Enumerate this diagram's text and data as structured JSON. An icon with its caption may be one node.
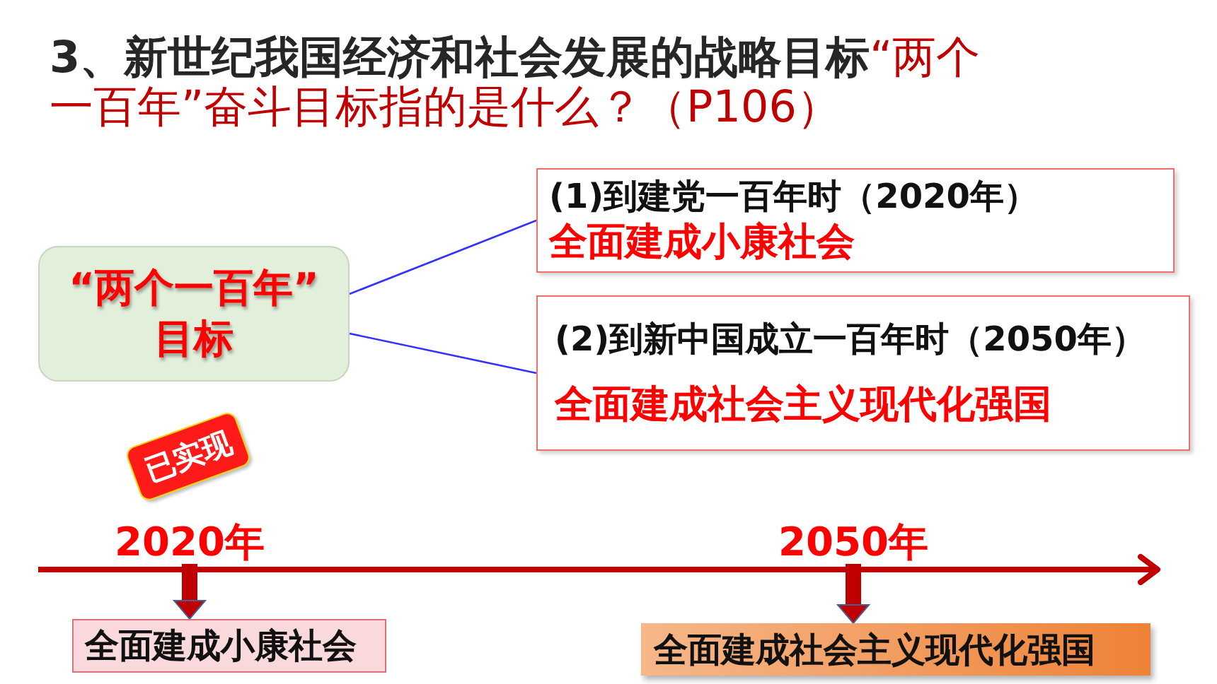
{
  "diagram": {
    "title": "**3、新世纪我国经济和社会发展的战略目标**“两个一百年”奋斗目标指的是什么？（P106）",
    "nodes": [
      {
        "text": [
          "“两个一百年”目标"
        ]
      },
      {
        "text": [
          "(1)到建党一百年时（2020年）",
          "全面建成小康社会"
        ]
      },
      {
        "text": [
          "(2)到新中国成立一百年时（2050年）",
          "全面建成社会主义现代化强国"
        ]
      },
      {
        "text": [
          "已实现"
        ]
      },
      {
        "text": [
          "2020年"
        ]
      },
      {
        "text": [
          "2050年"
        ]
      },
      {
        "text": [
          "全面建成小康社会"
        ]
      },
      {
        "text": [
          "全面建成社会主义现代化强国"
        ]
      }
    ],
    "edges": [
      {
        "from": 0,
        "to": 1,
        "arrow": "none",
        "color": "#3333ff"
      },
      {
        "from": 0,
        "to": 2,
        "arrow": "none",
        "color": "#3333ff"
      },
      {
        "from": 4,
        "to": 6,
        "arrow": "to",
        "style": "thick",
        "color": "#c00000"
      },
      {
        "from": 5,
        "to": 7,
        "arrow": "to",
        "style": "thick",
        "color": "#c00000"
      }
    ]
  }
}
